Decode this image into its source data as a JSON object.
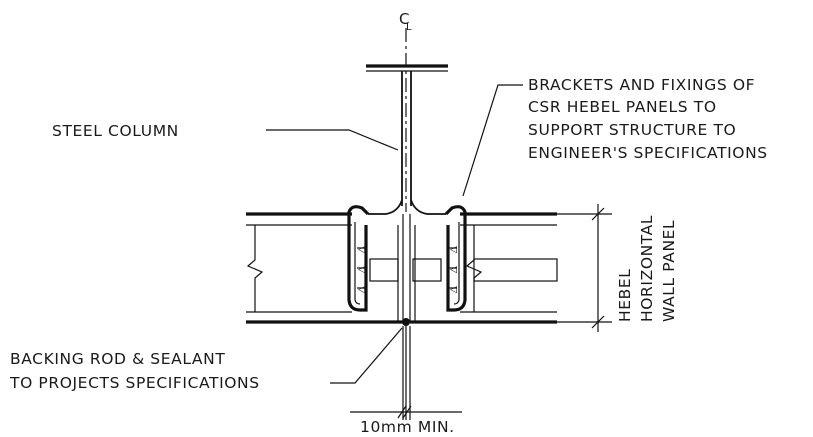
{
  "labels": {
    "centerline": "CL",
    "steel_column": "STEEL COLUMN",
    "brackets_note": [
      "BRACKETS AND FIXINGS OF",
      "CSR HEBEL PANELS TO",
      "SUPPORT STRUCTURE TO",
      "ENGINEER'S SPECIFICATIONS"
    ],
    "panel_note": [
      "HEBEL",
      "HORIZONTAL",
      "WALL PANEL"
    ],
    "backing_rod_note": [
      "BACKING ROD & SEALANT",
      "TO PROJECTS SPECIFICATIONS"
    ],
    "gap_dimension": "10mm MIN."
  }
}
